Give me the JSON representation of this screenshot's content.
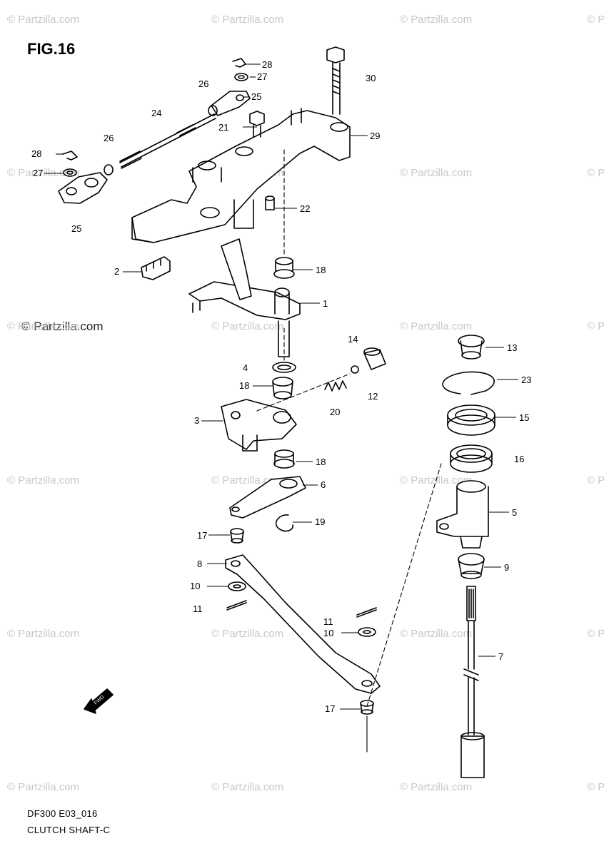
{
  "figure": {
    "title": "FIG.16",
    "code": "DF300 E03_016",
    "name": "CLUTCH SHAFT-C"
  },
  "watermark": {
    "text": "© Partzilla.com",
    "big_text": "© Partzilla.com",
    "color": "#c8c8c8"
  },
  "fwd_symbol": "FWD",
  "callouts": [
    {
      "num": "28"
    },
    {
      "num": "27"
    },
    {
      "num": "26"
    },
    {
      "num": "25"
    },
    {
      "num": "30"
    },
    {
      "num": "24"
    },
    {
      "num": "21"
    },
    {
      "num": "29"
    },
    {
      "num": "26"
    },
    {
      "num": "28"
    },
    {
      "num": "27"
    },
    {
      "num": "25"
    },
    {
      "num": "22"
    },
    {
      "num": "2"
    },
    {
      "num": "18"
    },
    {
      "num": "1"
    },
    {
      "num": "14"
    },
    {
      "num": "4"
    },
    {
      "num": "18"
    },
    {
      "num": "12"
    },
    {
      "num": "20"
    },
    {
      "num": "3"
    },
    {
      "num": "18"
    },
    {
      "num": "6"
    },
    {
      "num": "19"
    },
    {
      "num": "17"
    },
    {
      "num": "8"
    },
    {
      "num": "10"
    },
    {
      "num": "11"
    },
    {
      "num": "11"
    },
    {
      "num": "10"
    },
    {
      "num": "17"
    },
    {
      "num": "13"
    },
    {
      "num": "23"
    },
    {
      "num": "15"
    },
    {
      "num": "16"
    },
    {
      "num": "5"
    },
    {
      "num": "9"
    },
    {
      "num": "7"
    }
  ]
}
